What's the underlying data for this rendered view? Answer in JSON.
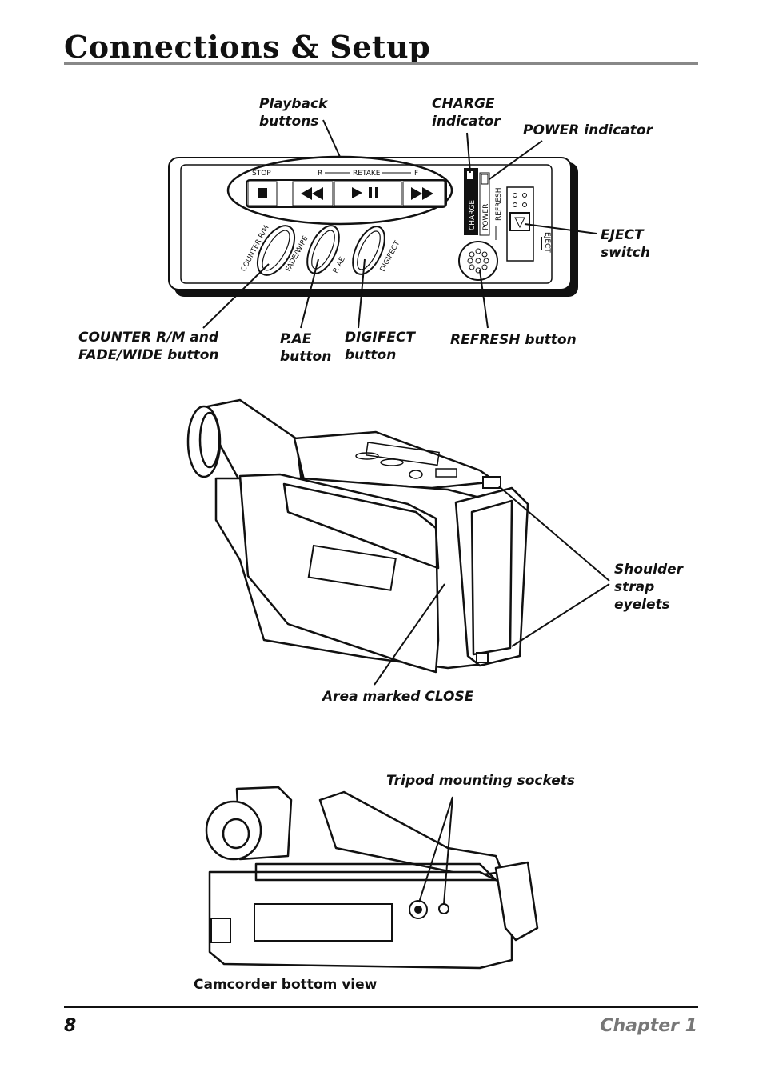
{
  "header": {
    "title": "Connections & Setup"
  },
  "footer": {
    "page_number": "8",
    "chapter": "Chapter 1"
  },
  "panel_labels": {
    "stop": "STOP",
    "r": "R",
    "retake": "RETAKE",
    "f": "F",
    "charge": "CHARGE",
    "power": "POWER",
    "refresh": "REFRESH",
    "eject": "EJECT",
    "counter_rm": "COUNTER R/M",
    "fade_wipe": "FADE/WIPE",
    "pae": "P. AE",
    "digifect": "DIGIFECT"
  },
  "callouts": {
    "playback_buttons": "Playback\nbuttons",
    "charge_indicator": "CHARGE\nindicator",
    "power_indicator": "POWER indicator",
    "eject_switch": "EJECT\nswitch",
    "counter_fade": "COUNTER R/M and\nFADE/WIDE button",
    "pae_button": "P.AE\nbutton",
    "digifect_button": "DIGIFECT\nbutton",
    "refresh_button": "REFRESH button",
    "shoulder_strap": "Shoulder\nstrap\neyelets",
    "area_close": "Area marked CLOSE",
    "tripod_sockets": "Tripod mounting sockets",
    "bottom_view": "Camcorder bottom view"
  }
}
